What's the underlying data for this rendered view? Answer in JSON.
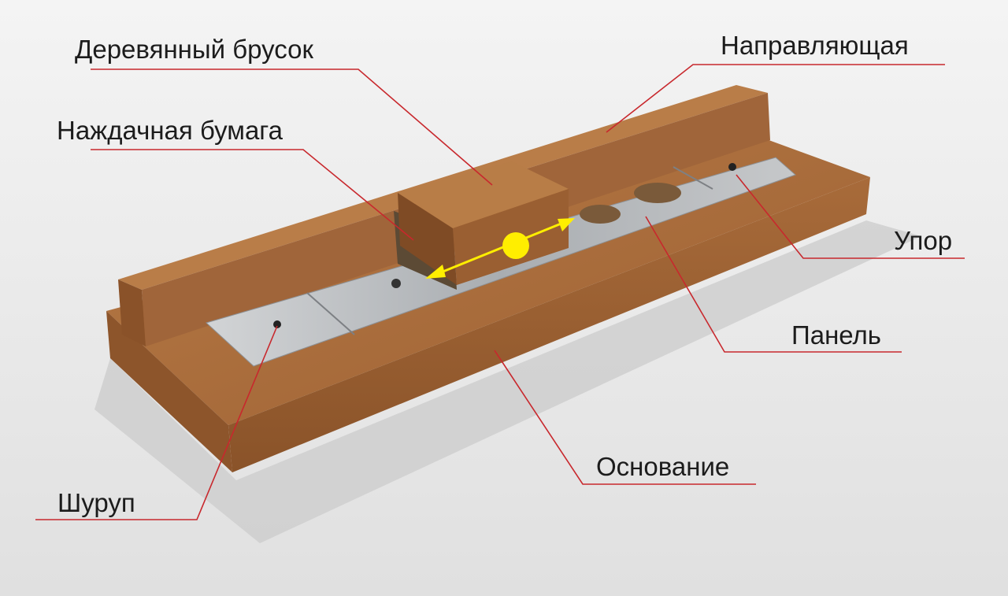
{
  "labels": {
    "wooden_block": "Деревянный брусок",
    "sandpaper": "Наждачная бумага",
    "guide": "Направляющая",
    "stop": "Упор",
    "panel": "Панель",
    "base": "Основание",
    "screw": "Шуруп"
  },
  "colors": {
    "leader": "#c8282d",
    "arrow": "#ffee00",
    "wood": "#a4683a",
    "metal": "#b9bcbf"
  }
}
